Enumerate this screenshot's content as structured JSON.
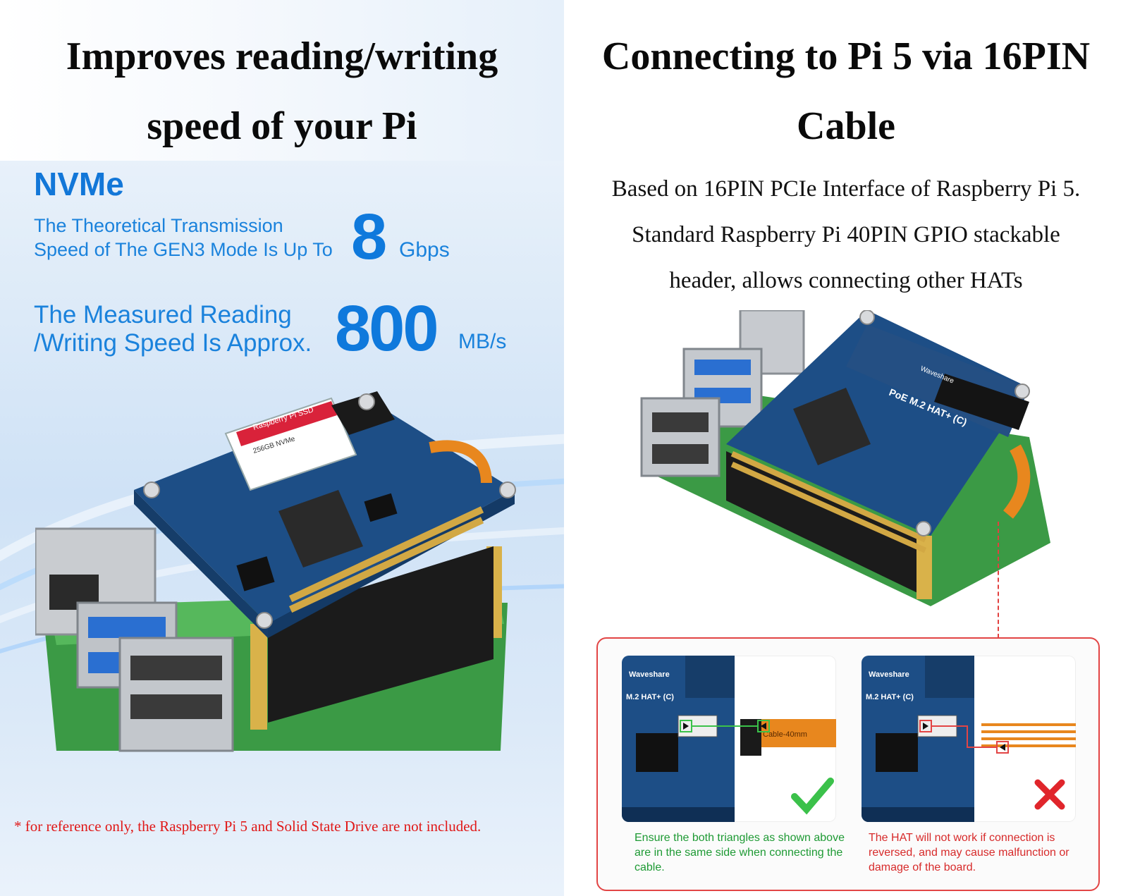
{
  "left": {
    "title_line1": "Improves reading/writing",
    "title_line2": "speed of your Pi",
    "nvme": "NVMe",
    "theoretical_line1": "The Theoretical Transmission",
    "theoretical_line2": "Speed of The GEN3 Mode Is Up To",
    "theoretical_value": "8",
    "theoretical_unit": "Gbps",
    "measured_line1": "The Measured Reading",
    "measured_line2": "/Writing Speed Is Approx.",
    "measured_value": "800",
    "measured_unit": "MB/s",
    "ssd_label": "Raspberry Pi SSD",
    "ssd_capacity": "256GB NVMe",
    "note": "* for reference only, the Raspberry Pi 5 and Solid State Drive are not included."
  },
  "right": {
    "title_line1": "Connecting to Pi 5 via 16PIN",
    "title_line2": "Cable",
    "desc_line1": "Based on 16PIN PCIe Interface of Raspberry Pi 5.",
    "desc_line2": "Standard Raspberry Pi 40PIN GPIO stackable",
    "desc_line3": "header, allows connecting other HATs",
    "board_label": "PoE M.2 HAT+ (C)",
    "brand": "Waveshare",
    "card_board_label": "M.2 HAT+ (C)",
    "cable_label": "Cable-40mm",
    "ok_caption": "Ensure the both triangles as shown above are in the same side when connecting the cable.",
    "bad_caption": "The HAT will not work if connection is reversed, and may cause malfunction or damage of the board."
  },
  "colors": {
    "accent_blue": "#1277d8",
    "ok_green": "#1e9a34",
    "warn_red": "#d72a2a",
    "board_blue": "#1d4e86",
    "cable_orange": "#e8871e"
  }
}
